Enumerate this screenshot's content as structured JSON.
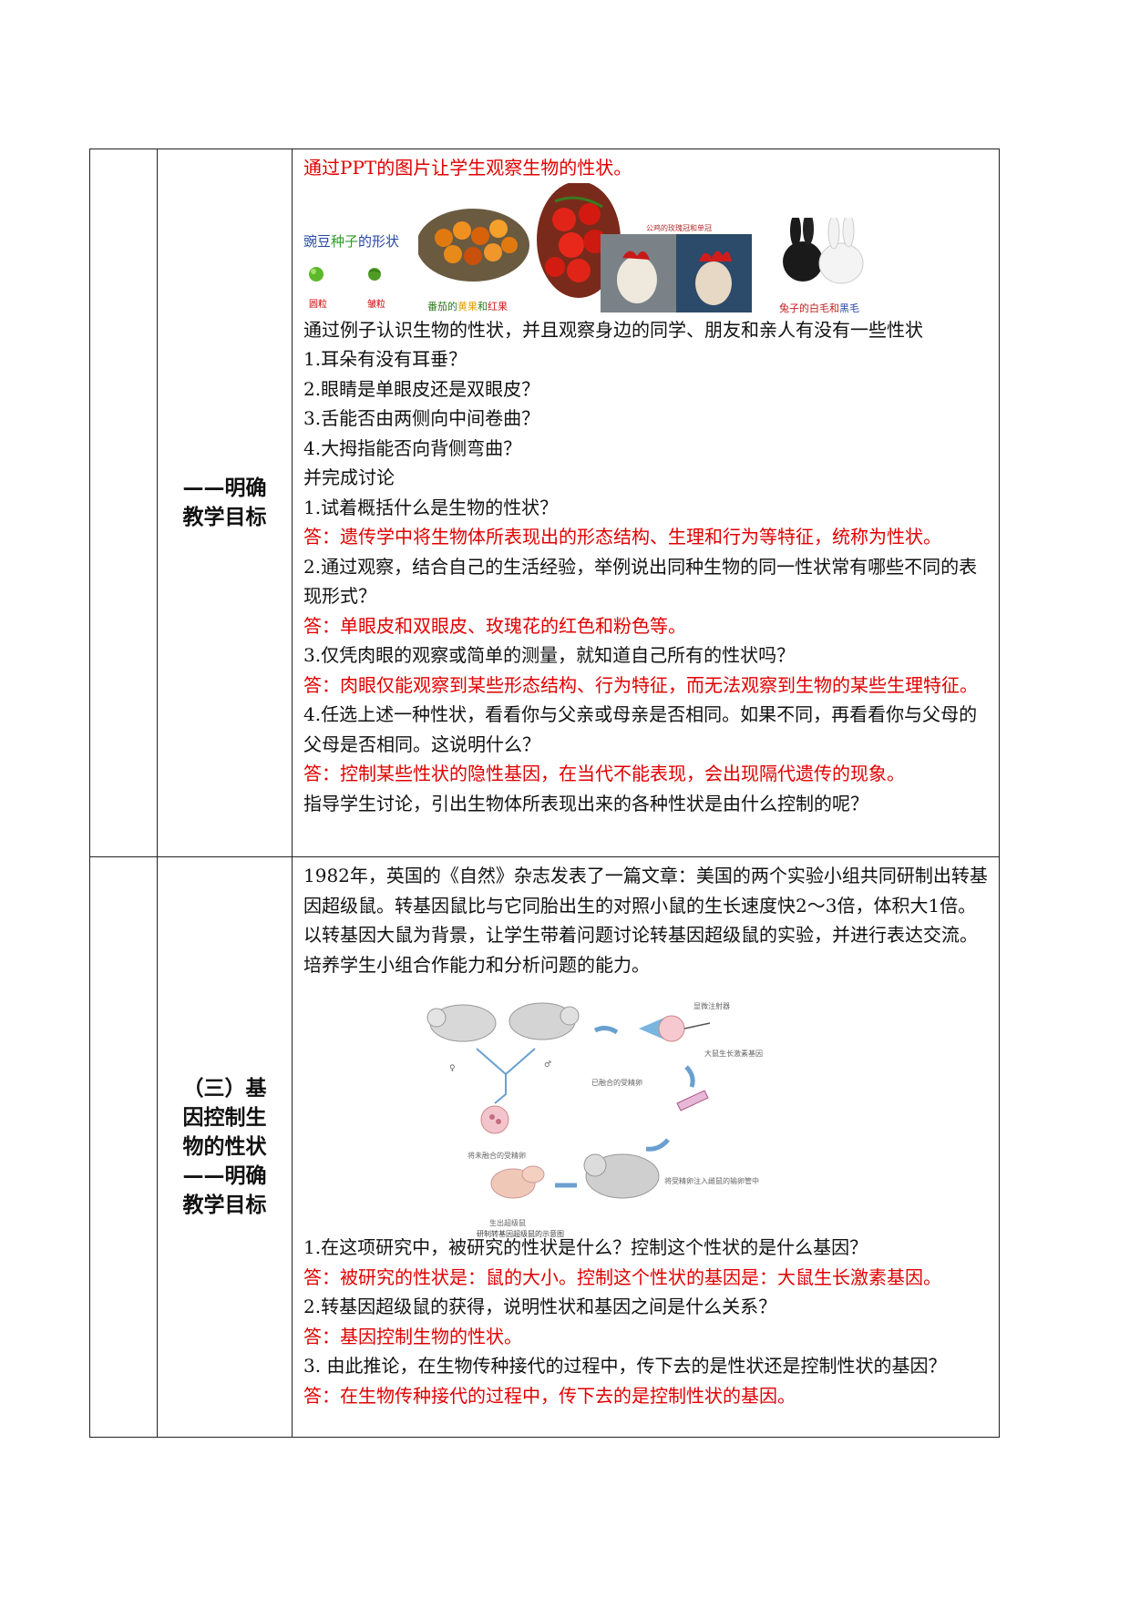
{
  "row1": {
    "stage_label": "——明确教学目标",
    "intro_red": "通过PPT的图片让学生观察生物的性状。",
    "images": {
      "pea_title_a": "豌豆",
      "pea_title_b": "种子",
      "pea_title_c": "的形状",
      "pea_round": "圆粒",
      "pea_wrinkled": "皱粒",
      "tomato_a": "番茄的",
      "tomato_b": "黄果",
      "tomato_c": "和",
      "tomato_d": "红果",
      "rooster_caption": "公鸡的玫瑰冠和单冠",
      "rabbit_a": "兔子的",
      "rabbit_b": "白毛",
      "rabbit_c": "和",
      "rabbit_d": "黑毛"
    },
    "lines": [
      {
        "text": "通过例子认识生物的性状，并且观察身边的同学、朋友和亲人有没有一些性状",
        "red": false
      },
      {
        "text": "1.耳朵有没有耳垂？",
        "red": false
      },
      {
        "text": "2.眼睛是单眼皮还是双眼皮？",
        "red": false
      },
      {
        "text": "3.舌能否由两侧向中间卷曲？",
        "red": false
      },
      {
        "text": "4.大拇指能否向背侧弯曲？",
        "red": false
      },
      {
        "text": "并完成讨论",
        "red": false
      },
      {
        "text": "1.试着概括什么是生物的性状？",
        "red": false
      },
      {
        "text": "答：遗传学中将生物体所表现出的形态结构、生理和行为等特征，统称为性状。",
        "red": true
      },
      {
        "text": "2.通过观察，结合自己的生活经验，举例说出同种生物的同一性状常有哪些不同的表现形式？",
        "red": false
      },
      {
        "text": "答：单眼皮和双眼皮、玫瑰花的红色和粉色等。",
        "red": true
      },
      {
        "text": "3.仅凭肉眼的观察或简单的测量，就知道自己所有的性状吗？",
        "red": false
      },
      {
        "text": "答：肉眼仅能观察到某些形态结构、行为特征，而无法观察到生物的某些生理特征。",
        "red": true
      },
      {
        "text": "4.任选上述一种性状，看看你与父亲或母亲是否相同。如果不同，再看看你与父母的父母是否相同。这说明什么？",
        "red": false
      },
      {
        "text": "答：控制某些性状的隐性基因，在当代不能表现，会出现隔代遗传的现象。",
        "red": true
      },
      {
        "text": "指导学生讨论，引出生物体所表现出来的各种性状是由什么控制的呢？",
        "red": false
      }
    ]
  },
  "row2": {
    "stage_label": "（三）基因控制生物的性状——明确教学目标",
    "intro": "1982年，英国的《自然》杂志发表了一篇文章：美国的两个实验小组共同研制出转基因超级鼠。转基因鼠比与它同胎出生的对照小鼠的生长速度快2～3倍，体积大1倍。以转基因大鼠为背景，让学生带着问题讨论转基因超级鼠的实验，并进行表达交流。培养学生小组合作能力和分析问题的能力。",
    "diagram": {
      "female": "♀",
      "male": "♂",
      "label_fertilized": "将未融合的受精卵",
      "label_inject": "大鼠生长激素基因",
      "label_microinject": "显微注射器",
      "label_fused": "已融合的受精卵",
      "label_transfer": "将受精卵注入雌鼠的输卵管中",
      "label_born": "生出超级鼠",
      "caption": "研制转基因超级鼠的示意图"
    },
    "lines": [
      {
        "text": "1.在这项研究中，被研究的性状是什么？控制这个性状的是什么基因？",
        "red": false
      },
      {
        "text": "答：被研究的性状是：鼠的大小。控制这个性状的基因是：大鼠生长激素基因。",
        "red": true
      },
      {
        "text": "2.转基因超级鼠的获得，说明性状和基因之间是什么关系？",
        "red": false
      },
      {
        "text": "答：基因控制生物的性状。",
        "red": true
      },
      {
        "text": "3.  由此推论，在生物传种接代的过程中，传下去的是性状还是控制性状的基因？",
        "red": false
      },
      {
        "text": "答：在生物传种接代的过程中，传下去的是控制性状的基因。",
        "red": true
      }
    ]
  }
}
